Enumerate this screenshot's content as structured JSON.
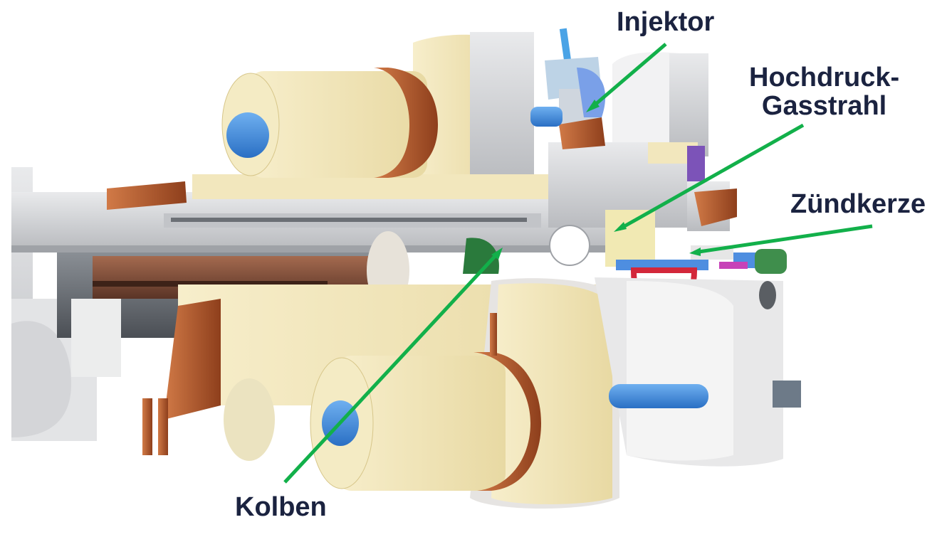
{
  "labels": {
    "injektor": "Injektor",
    "hochdruck_line1": "Hochdruck-",
    "hochdruck_line2": "Gasstrahl",
    "zuendkerze": "Zündkerze",
    "kolben": "Kolben"
  },
  "colors": {
    "arrow": "#12b04a",
    "label_text": "#1b2340",
    "insulation": "#f3e6b8",
    "steel": "#d2d3d5",
    "copper": "#b35a2e",
    "bolt_blue": "#3b82d6"
  }
}
